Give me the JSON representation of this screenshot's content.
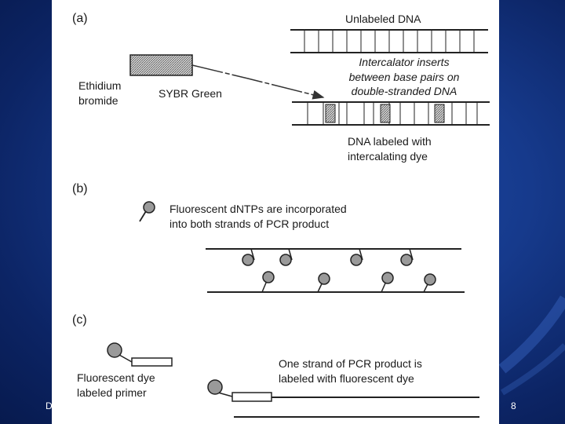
{
  "footer": {
    "left_text": "D",
    "slide_number": "8"
  },
  "panel_a": {
    "label": "(a)",
    "unlabeled_dna": "Unlabeled DNA",
    "ethidium_line1": "Ethidium",
    "ethidium_line2": "bromide",
    "sybr_green": "SYBR Green",
    "intercalator_line1": "Intercalator inserts",
    "intercalator_line2": "between base pairs on",
    "intercalator_line3": "double-stranded DNA",
    "labeled_line1": "DNA labeled with",
    "labeled_line2": "intercalating dye"
  },
  "panel_b": {
    "label": "(b)",
    "caption_line1": "Fluorescent dNTPs are incorporated",
    "caption_line2": "into both strands of PCR product"
  },
  "panel_c": {
    "label": "(c)",
    "dye_line1": "Fluorescent dye",
    "dye_line2": "labeled primer",
    "strand_line1": "One strand of PCR product is",
    "strand_line2": "labeled with fluorescent dye"
  }
}
